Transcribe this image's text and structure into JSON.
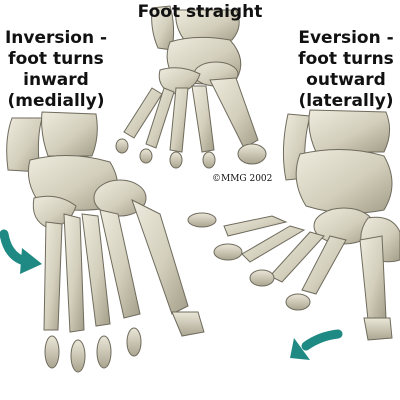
{
  "labels": {
    "straight": {
      "line1": "Foot straight"
    },
    "inversion": {
      "line1": "Inversion -",
      "line2": "foot turns",
      "line3": "inward",
      "line4": "(medially)"
    },
    "eversion": {
      "line1": "Eversion -",
      "line2": "foot turns",
      "line3": "outward",
      "line4": "(laterally)"
    }
  },
  "copyright": "©MMG 2002",
  "colors": {
    "bone": "#d8d4c2",
    "bone_shadow": "#a9a48f",
    "bone_outline": "#6f6b5d",
    "arrow": "#1f8a83",
    "text": "#111111"
  },
  "icons": {
    "inversion_arrow": "curved-arrow-icon",
    "eversion_arrow": "curved-arrow-icon"
  }
}
